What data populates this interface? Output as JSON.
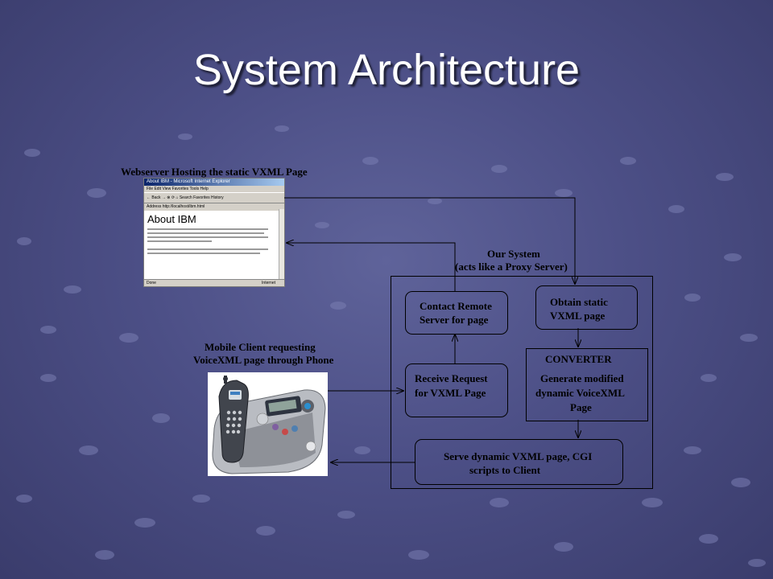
{
  "slide": {
    "title": "System Architecture"
  },
  "webserver": {
    "label": "Webserver Hosting the static VXML Page",
    "browser": {
      "window_title": "About IBM - Microsoft Internet Explorer",
      "menu": "File   Edit   View   Favorites   Tools   Help",
      "toolbar": "← Back  →  ⊗  ⟳  ⌂   Search   Favorites   History",
      "address": "Address  http://localhost/ibm.html",
      "heading": "About IBM",
      "status_left": "Done",
      "status_right": "Internet"
    }
  },
  "system": {
    "label_line1": "Our System",
    "label_line2": "(acts like a Proxy Server)"
  },
  "client": {
    "label_line1": "Mobile Client requesting",
    "label_line2": "VoiceXML page through Phone"
  },
  "boxes": {
    "contact": [
      "Contact Remote",
      "Server for page"
    ],
    "obtain": [
      "Obtain static",
      "VXML page"
    ],
    "receive": [
      "Receive Request",
      "for VXML Page"
    ],
    "converter_title": "CONVERTER",
    "converter_body": [
      "Generate modified",
      "dynamic VoiceXML",
      "Page"
    ],
    "serve": [
      "Serve dynamic VXML page, CGI",
      "scripts to Client"
    ]
  }
}
